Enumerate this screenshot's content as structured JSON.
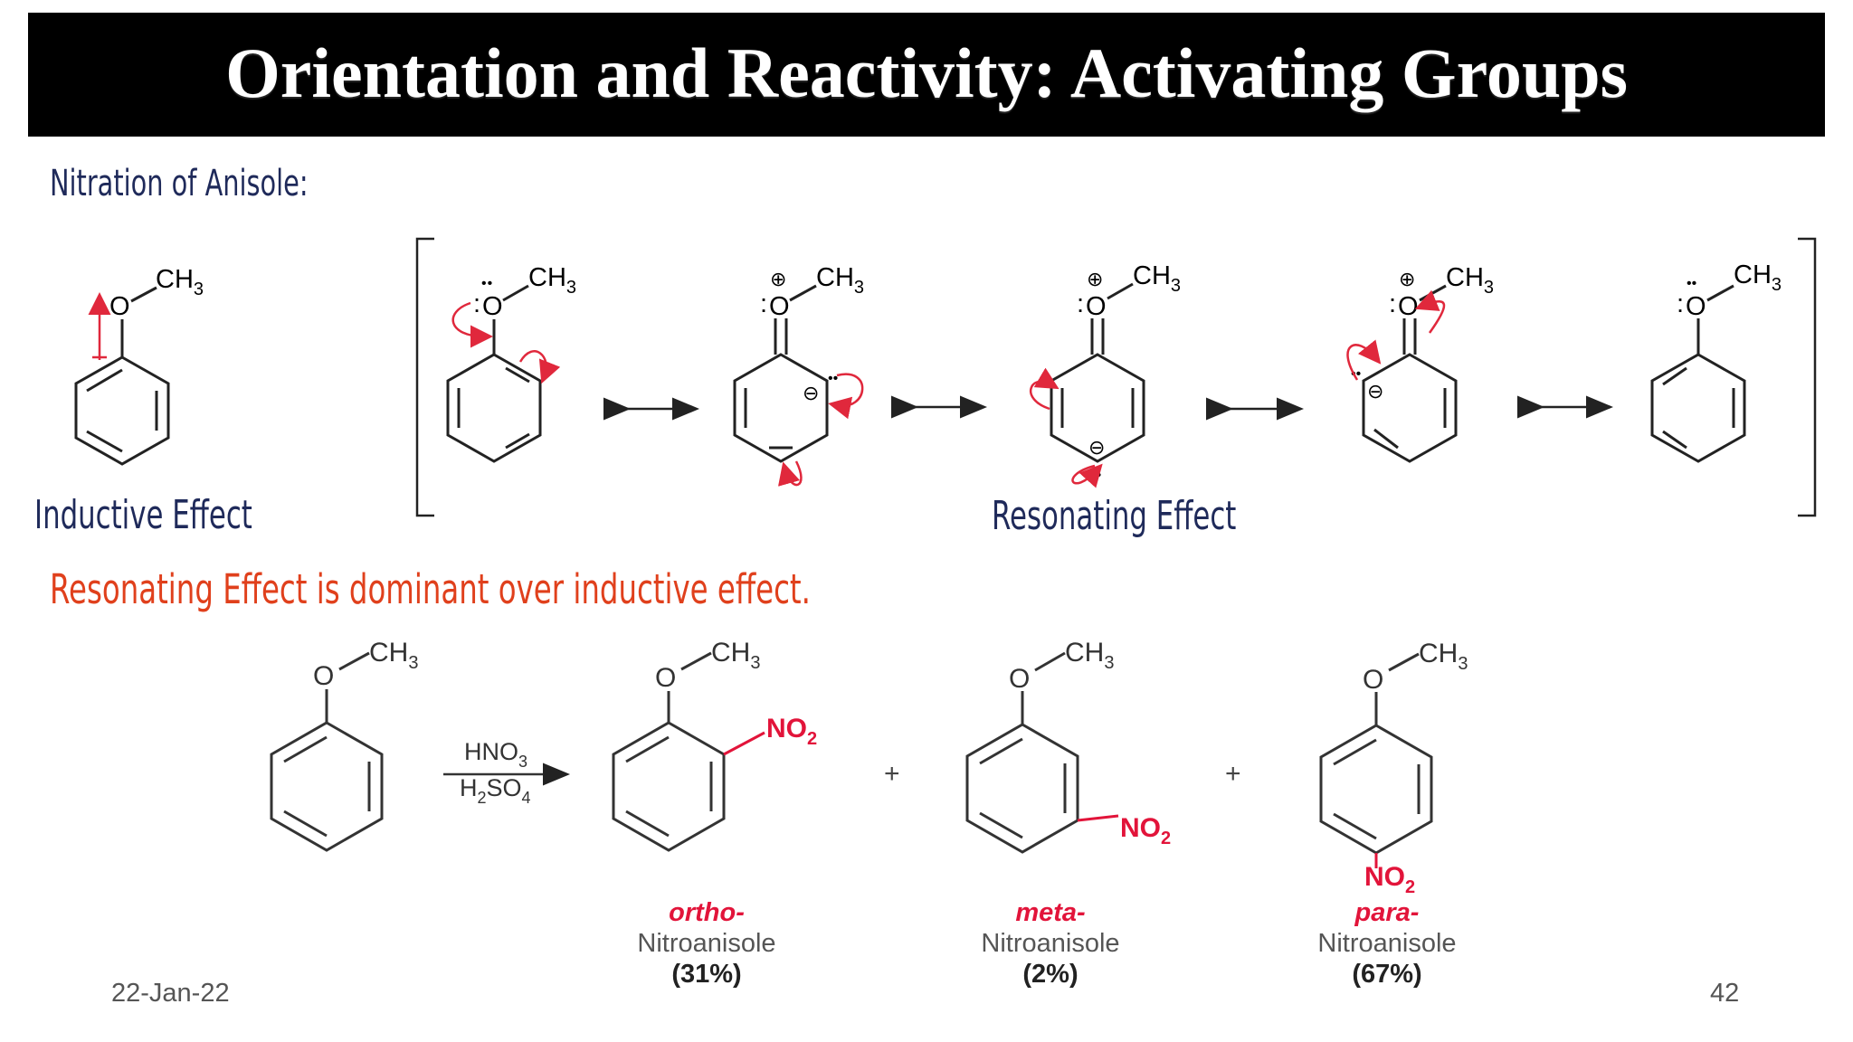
{
  "slide": {
    "title": "Orientation and Reactivity: Activating Groups",
    "section_heading": "Nitration of Anisole:",
    "inductive_label": "Inductive Effect",
    "resonating_label": "Resonating Effect",
    "note": "Resonating Effect is dominant over inductive effect.",
    "footer_date": "22-Jan-22",
    "page_number": "42"
  },
  "chem": {
    "o": "O",
    "ch3": "CH",
    "sub3": "3",
    "no2": "NO",
    "sub2": "2",
    "hno3": "HNO",
    "h2so4_h": "H",
    "h2so4_so": "SO",
    "sub4": "4",
    "plus": "+",
    "colon": ":",
    "lone_pair": "••",
    "positive_charge": "⊕",
    "negative_charge": "⊖"
  },
  "products": [
    {
      "isomer": "ortho-",
      "name": "Nitroanisole",
      "percent": "(31%)"
    },
    {
      "isomer": "meta-",
      "name": "Nitroanisole",
      "percent": "(2%)"
    },
    {
      "isomer": "para-",
      "name": "Nitroanisole",
      "percent": "(67%)"
    }
  ],
  "colors": {
    "title_bar": "#000000",
    "heading_navy": "#1f2a5a",
    "note_orange": "#e0401c",
    "isomer_red": "#e2143a",
    "curved_arrow_red": "#e0283c"
  }
}
